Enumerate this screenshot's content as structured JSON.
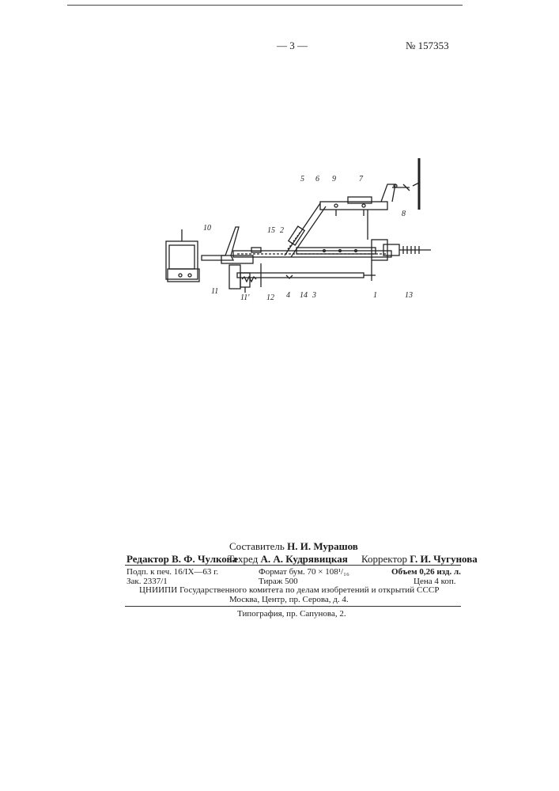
{
  "header": {
    "page_number": "— 3 —",
    "patent_number": "№ 157353"
  },
  "drawing": {
    "labels": [
      "10",
      "5",
      "6",
      "9",
      "7",
      "8",
      "15",
      "2",
      "11",
      "12",
      "4",
      "14",
      "3",
      "1",
      "13",
      "11'"
    ]
  },
  "imprint": {
    "compiler_label": "Составитель",
    "compiler_name": "Н. И. Мурашов",
    "editor_label": "Редактор",
    "editor_name": "В. Ф. Чулкова",
    "techred_label": "Техред",
    "techred_name": "А. А. Кудрявицкая",
    "corrector_label": "Корректор",
    "corrector_name": "Г. И. Чугунова",
    "signed": "Подп. к печ. 16/IX—63 г.",
    "format": "Формат бум. 70 × 108¹/₁₆",
    "volume": "Объем 0,26 изд. л.",
    "order": "Зак. 2337/1",
    "circulation": "Тираж 500",
    "price": "Цена 4 коп.",
    "institute": "ЦНИИПИ Государственного комитета по делам изобретений и открытий СССР",
    "address": "Москва, Центр, пр. Серова, д. 4.",
    "printing_house": "Типография, пр. Сапунова, 2."
  }
}
